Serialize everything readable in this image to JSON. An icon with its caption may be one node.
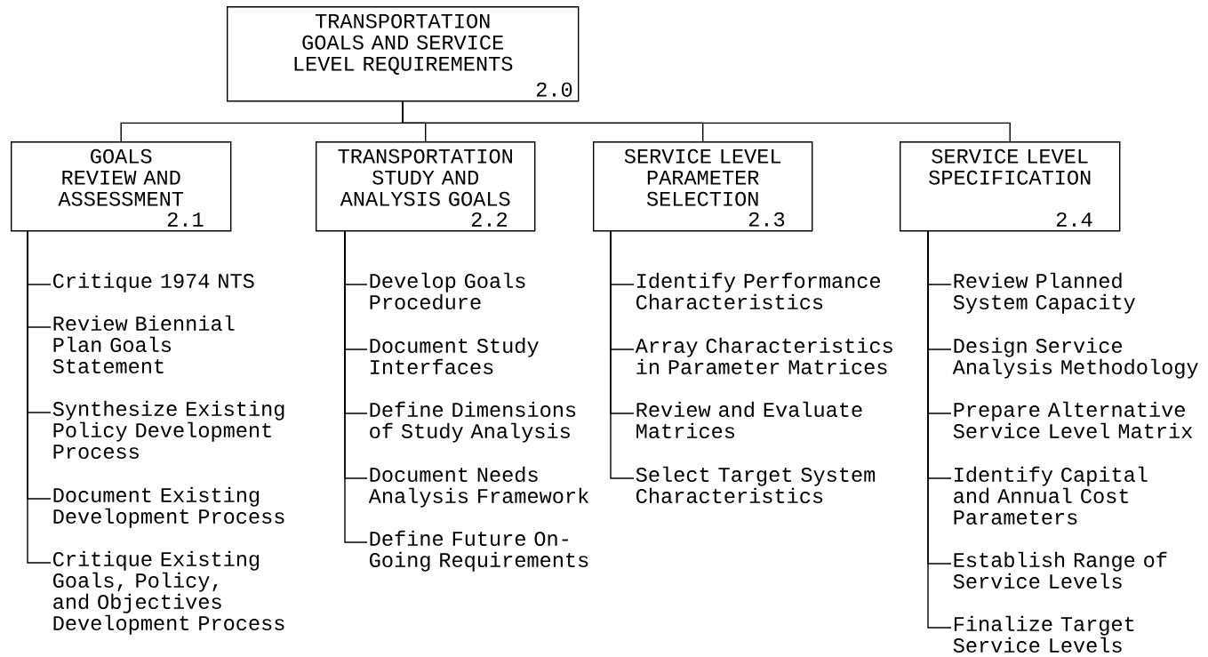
{
  "diagram": {
    "nodes": [
      {
        "text": [
          "TRANSPORTATION GOALS AND SERVICE LEVEL REQUIREMENTS",
          "2.0"
        ]
      },
      {
        "text": [
          "GOALS REVIEW AND ASSESSMENT",
          "2.1"
        ]
      },
      {
        "text": [
          "TRANSPORTATION STUDY AND ANALYSIS GOALS",
          "2.2"
        ]
      },
      {
        "text": [
          "SERVICE LEVEL PARAMETER SELECTION",
          "2.3"
        ]
      },
      {
        "text": [
          "SERVICE LEVEL SPECIFICATION",
          "2.4"
        ]
      },
      {
        "text": [
          "Critique 1974 NTS"
        ]
      },
      {
        "text": [
          "Review Biennial Plan Goals Statement"
        ]
      },
      {
        "text": [
          "Synthesize Existing Policy Development Process"
        ]
      },
      {
        "text": [
          "Document Existing Development Process"
        ]
      },
      {
        "text": [
          "Critique Existing Goals, Policy, and Objectives Development Process"
        ]
      },
      {
        "text": [
          "Develop Goals Procedure"
        ]
      },
      {
        "text": [
          "Document Study Interfaces"
        ]
      },
      {
        "text": [
          "Define Dimensions of Study Analysis"
        ]
      },
      {
        "text": [
          "Document Needs Analysis Framework"
        ]
      },
      {
        "text": [
          "Define Future On-Going Requirements"
        ]
      },
      {
        "text": [
          "Identify Performance Characteristics"
        ]
      },
      {
        "text": [
          "Array Characteristics in Parameter Matrices"
        ]
      },
      {
        "text": [
          "Review and Evaluate Matrices"
        ]
      },
      {
        "text": [
          "Select Target System Characteristics"
        ]
      },
      {
        "text": [
          "Review Planned System Capacity"
        ]
      },
      {
        "text": [
          "Design Service Analysis Methodology"
        ]
      },
      {
        "text": [
          "Prepare Alternative Service Level Matrix"
        ]
      },
      {
        "text": [
          "Identify Capital and Annual Cost Parameters"
        ]
      },
      {
        "text": [
          "Establish Range of Service Levels"
        ]
      },
      {
        "text": [
          "Finalize Target Service Levels"
        ]
      }
    ],
    "edges": [
      {
        "from": 0,
        "to": 1,
        "arrow": "none"
      },
      {
        "from": 0,
        "to": 2,
        "arrow": "none"
      },
      {
        "from": 0,
        "to": 3,
        "arrow": "none"
      },
      {
        "from": 0,
        "to": 4,
        "arrow": "none"
      },
      {
        "from": 1,
        "to": 5,
        "arrow": "none"
      },
      {
        "from": 1,
        "to": 6,
        "arrow": "none"
      },
      {
        "from": 1,
        "to": 7,
        "arrow": "none"
      },
      {
        "from": 1,
        "to": 8,
        "arrow": "none"
      },
      {
        "from": 1,
        "to": 9,
        "arrow": "none"
      },
      {
        "from": 2,
        "to": 10,
        "arrow": "none"
      },
      {
        "from": 2,
        "to": 11,
        "arrow": "none"
      },
      {
        "from": 2,
        "to": 12,
        "arrow": "none"
      },
      {
        "from": 2,
        "to": 13,
        "arrow": "none"
      },
      {
        "from": 2,
        "to": 14,
        "arrow": "none"
      },
      {
        "from": 3,
        "to": 15,
        "arrow": "none"
      },
      {
        "from": 3,
        "to": 16,
        "arrow": "none"
      },
      {
        "from": 3,
        "to": 17,
        "arrow": "none"
      },
      {
        "from": 3,
        "to": 18,
        "arrow": "none"
      },
      {
        "from": 4,
        "to": 19,
        "arrow": "none"
      },
      {
        "from": 4,
        "to": 20,
        "arrow": "none"
      },
      {
        "from": 4,
        "to": 21,
        "arrow": "none"
      },
      {
        "from": 4,
        "to": 22,
        "arrow": "none"
      },
      {
        "from": 4,
        "to": 23,
        "arrow": "none"
      },
      {
        "from": 4,
        "to": 24,
        "arrow": "none"
      }
    ]
  }
}
